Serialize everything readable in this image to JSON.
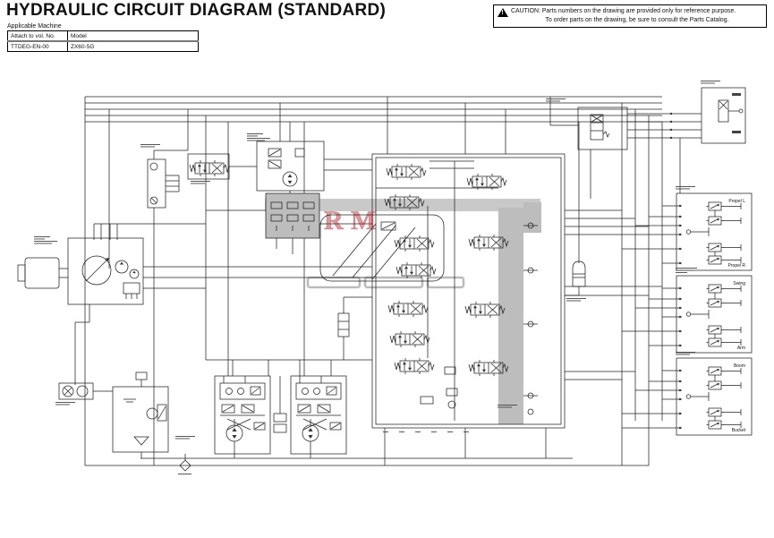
{
  "header": {
    "title": "HYDRAULIC CIRCUIT DIAGRAM (STANDARD)",
    "applicable_machine": {
      "caption": "Applicable Machine",
      "col1_header": "Attach to vol. No.",
      "col2_header": "Model",
      "col1_value": "TTDEG-EN-00",
      "col2_value": "ZX60-5G"
    },
    "caution": {
      "line1": "CAUTION: Parts numbers on the drawing are provided only for reference purpose.",
      "line2": "To order parts on the drawing, be sure to consult the Parts Catalog."
    }
  },
  "diagram": {
    "pilot_boxes": {
      "travel": {
        "top_label": "Propel L",
        "bottom_label": "Propel R"
      },
      "left_lever": {
        "top_label": "Swing",
        "bottom_label": "Arm"
      },
      "right_lever": {
        "top_label": "Boom",
        "bottom_label": "Bucket"
      }
    },
    "watermark": {
      "letter1": "R",
      "letter2": "M"
    },
    "colors": {
      "line": "#222222",
      "band_gray": "#c9c9c9",
      "watermark_blue": "#4a6cc3",
      "watermark_red": "#be2832"
    }
  }
}
